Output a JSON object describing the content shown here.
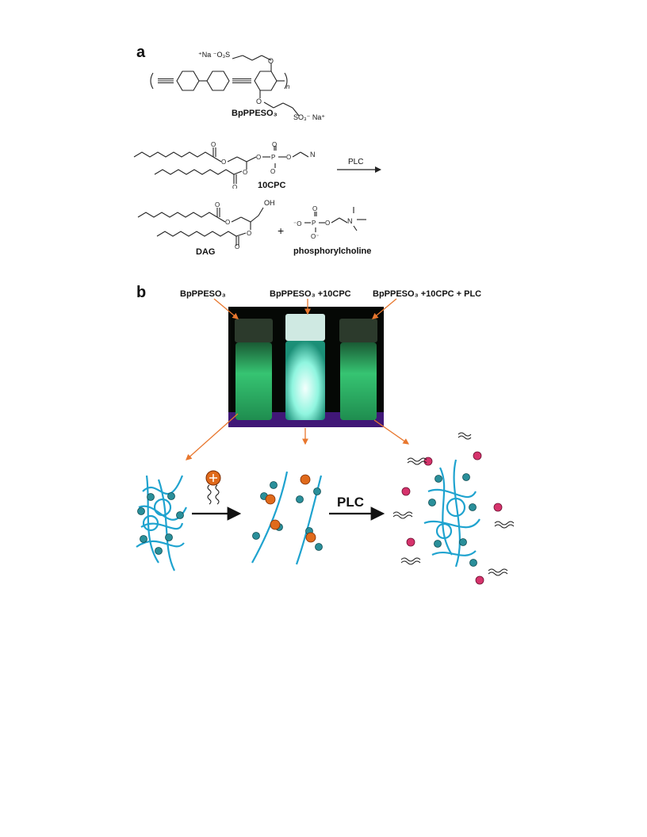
{
  "panel_a": {
    "label": "a",
    "polymer_name": "BpPPESO₃",
    "polymer_repeat_n": "n",
    "sulfonate_top": "⁺Na ⁻O₃S",
    "sulfonate_bottom": "SO₃⁻ Na⁺",
    "lipid_name": "10CPC",
    "reaction_enzyme": "PLC",
    "product_1_name": "DAG",
    "plus": "+",
    "product_2_name": "phosphorylcholine",
    "oh_label": "OH"
  },
  "panel_b": {
    "label": "b",
    "vial_labels": [
      "BpPPESO₃",
      "BpPPESO₃ +10CPC",
      "BpPPESO₃ +10CPC + PLC"
    ],
    "arrow_enzyme": "PLC"
  },
  "colors": {
    "arrow_orange": "#e8772e",
    "polymer_blue": "#1fa3cf",
    "anion_teal": "#2a8f9a",
    "cation_pink": "#d6336c",
    "head_orange": "#e06a1b"
  }
}
